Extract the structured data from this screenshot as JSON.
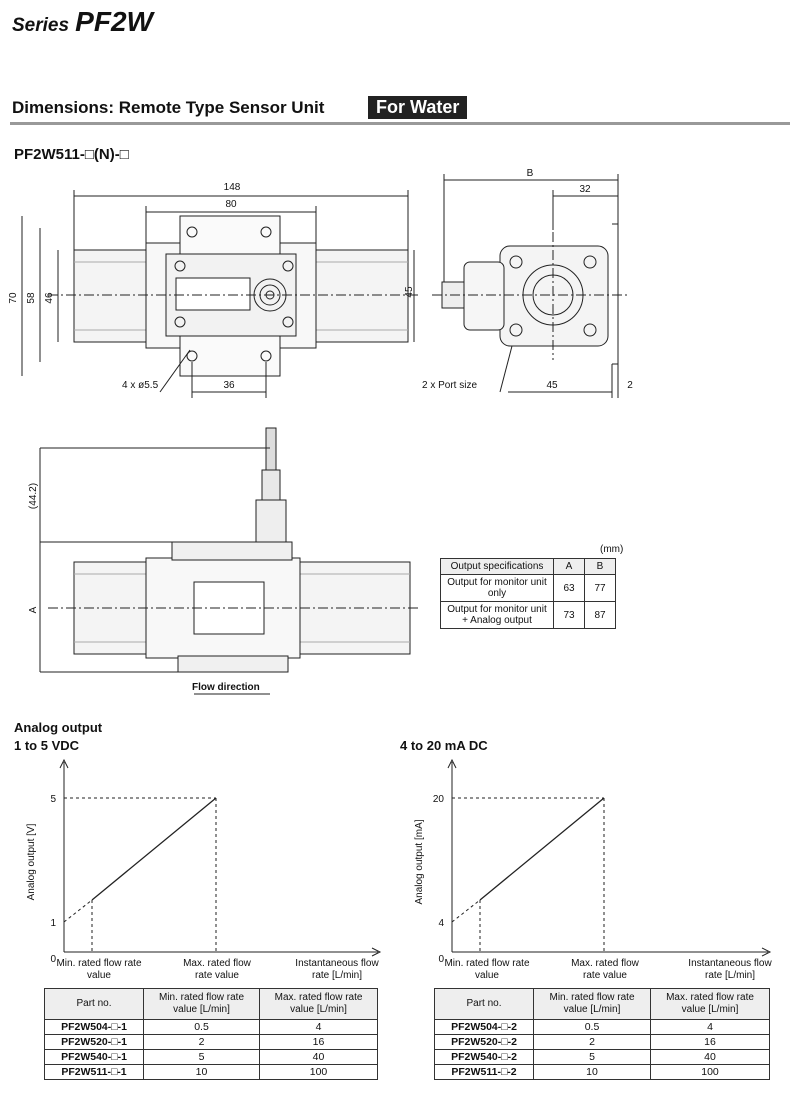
{
  "header": {
    "series_prefix": "Series",
    "series_name": "PF2W"
  },
  "section": {
    "title": "Dimensions: Remote Type Sensor Unit",
    "tag": "For Water"
  },
  "model": "PF2W511-□(N)-□",
  "front_view": {
    "dim_148": "148",
    "dim_80": "80",
    "dim_70": "70",
    "dim_58": "58",
    "dim_46": "46",
    "dim_45": "45",
    "dim_36": "36",
    "holes": "4 x ø5.5"
  },
  "side_view": {
    "dim_B": "B",
    "dim_32": "32",
    "dim_45": "45",
    "dim_2": "2",
    "port": "2 x Port size"
  },
  "bottom_view": {
    "dim_44": "(44.2)",
    "dim_A": "A",
    "flow": "Flow direction"
  },
  "spec_table": {
    "unit": "(mm)",
    "headers": [
      "Output specifications",
      "A",
      "B"
    ],
    "rows": [
      {
        "label": "Output for monitor unit only",
        "a": "63",
        "b": "77"
      },
      {
        "label": "Output for monitor unit + Analog output",
        "a": "73",
        "b": "87"
      }
    ]
  },
  "analog": {
    "title": "Analog output",
    "left": {
      "title": "1 to 5 VDC",
      "ylabel": "Analog output [V]",
      "ymax": "5",
      "ymin": "1",
      "zero": "0"
    },
    "right": {
      "title": "4 to 20 mA DC",
      "ylabel": "Analog output [mA]",
      "ymax": "20",
      "ymin": "4",
      "zero": "0"
    },
    "xlabels": {
      "min": "Min. rated flow rate value",
      "max": "Max. rated flow rate value",
      "axis": "Instantaneous flow rate [L/min]"
    }
  },
  "part_table_headers": [
    "Part no.",
    "Min. rated flow rate value [L/min]",
    "Max. rated flow rate value [L/min]"
  ],
  "part_table_1": [
    {
      "part": "PF2W504-□-1",
      "min": "0.5",
      "max": "4"
    },
    {
      "part": "PF2W520-□-1",
      "min": "2",
      "max": "16"
    },
    {
      "part": "PF2W540-□-1",
      "min": "5",
      "max": "40"
    },
    {
      "part": "PF2W511-□-1",
      "min": "10",
      "max": "100"
    }
  ],
  "part_table_2": [
    {
      "part": "PF2W504-□-2",
      "min": "0.5",
      "max": "4"
    },
    {
      "part": "PF2W520-□-2",
      "min": "2",
      "max": "16"
    },
    {
      "part": "PF2W540-□-2",
      "min": "5",
      "max": "40"
    },
    {
      "part": "PF2W511-□-2",
      "min": "10",
      "max": "100"
    }
  ]
}
